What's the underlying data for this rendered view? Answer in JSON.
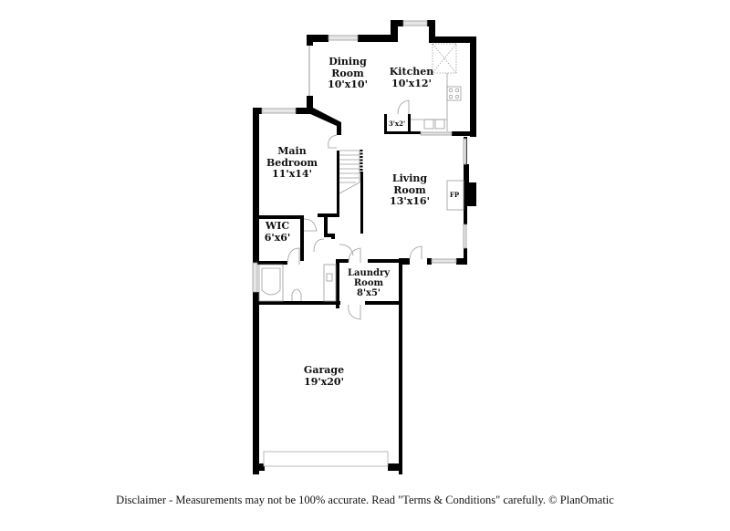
{
  "floorplan": {
    "rooms": [
      {
        "id": "dining",
        "name": "Dining Room",
        "name_lines": [
          "Dining",
          "Room"
        ],
        "dimensions": "10'x10'"
      },
      {
        "id": "kitchen",
        "name": "Kitchen",
        "name_lines": [
          "Kitchen"
        ],
        "dimensions": "10'x12'"
      },
      {
        "id": "main-bedroom",
        "name": "Main Bedroom",
        "name_lines": [
          "Main",
          "Bedroom"
        ],
        "dimensions": "11'x14'"
      },
      {
        "id": "living",
        "name": "Living Room",
        "name_lines": [
          "Living",
          "Room"
        ],
        "dimensions": "13'x16'"
      },
      {
        "id": "wic",
        "name": "WIC",
        "name_lines": [
          "WIC"
        ],
        "dimensions": "6'x6'"
      },
      {
        "id": "laundry",
        "name": "Laundry Room",
        "name_lines": [
          "Laundry",
          "Room"
        ],
        "dimensions": "8'x5'"
      },
      {
        "id": "garage",
        "name": "Garage",
        "name_lines": [
          "Garage"
        ],
        "dimensions": "19'x20'"
      }
    ],
    "annotations": {
      "pantry": "3'x2'",
      "fireplace": "FP"
    },
    "colors": {
      "wall": "#000000",
      "window": "#d4d4d4",
      "fixture_line": "#9a9a9a",
      "background": "#ffffff"
    }
  },
  "footer": {
    "disclaimer": "Disclaimer - Measurements may not be 100% accurate. Read \"Terms & Conditions\" carefully. © PlanOmatic"
  }
}
